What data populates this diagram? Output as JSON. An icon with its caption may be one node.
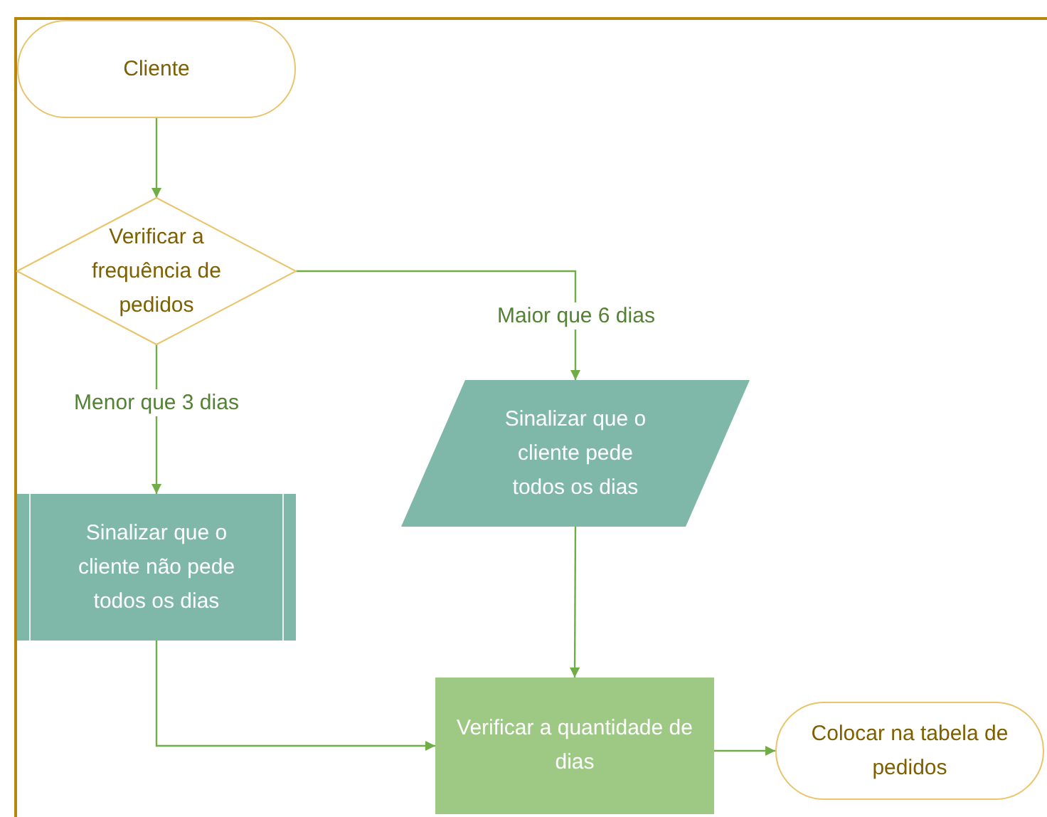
{
  "diagram": {
    "nodes": [
      {
        "text": [
          "Cliente"
        ]
      },
      {
        "text": [
          "Verificar a frequência de pedidos"
        ]
      },
      {
        "text": [
          "Sinalizar que o cliente não pede todos os dias"
        ]
      },
      {
        "text": [
          "Sinalizar que o cliente pede todos os dias"
        ]
      },
      {
        "text": [
          "Verificar a quantidade de dias"
        ]
      },
      {
        "text": [
          "Colocar na tabela de pedidos"
        ]
      }
    ],
    "edges": [
      {
        "from": 0,
        "to": 1,
        "arrow": "to"
      },
      {
        "from": 1,
        "to": 3,
        "arrow": "to",
        "label": "Maior que 6 dias"
      },
      {
        "from": 1,
        "to": 2,
        "arrow": "to",
        "label": "Menor que 3 dias"
      },
      {
        "from": 3,
        "to": 4,
        "arrow": "to"
      },
      {
        "from": 2,
        "to": 4,
        "arrow": "to"
      },
      {
        "from": 4,
        "to": 5,
        "arrow": "to"
      }
    ]
  }
}
